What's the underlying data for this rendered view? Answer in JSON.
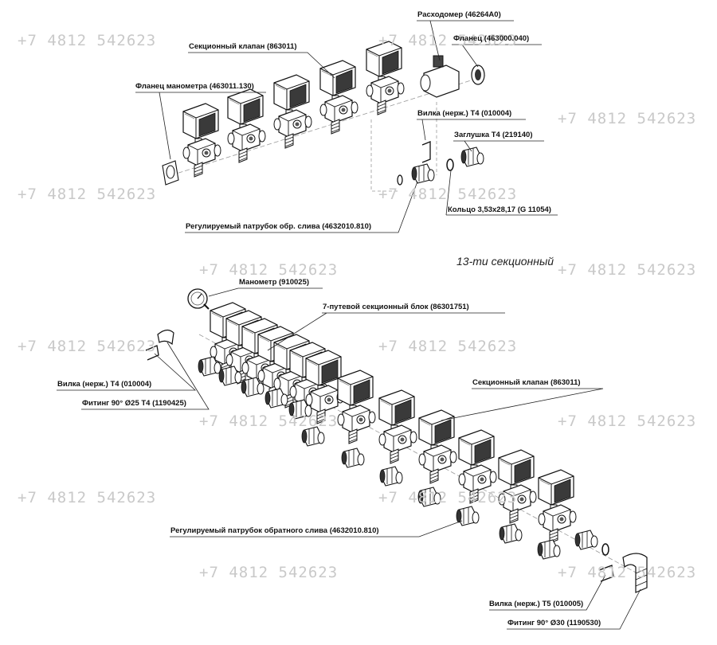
{
  "top_callouts": {
    "flowmeter": "Расходомер (46264А0)",
    "flange": "Фланец (463000.040)",
    "section_valve": "Секционный клапан (863011)",
    "gauge_flange": "Фланец манометра (463011.130)",
    "fork_t4": "Вилка (нерж.) Т4 (010004)",
    "plug_t4": "Заглушка Т4 (219140)",
    "ring": "Кольцо 3,53х28,17 (G 11054)",
    "return_pipe": "Регулируемый патрубок обр. слива (4632010.810)"
  },
  "section_title": "13-ти секционный",
  "bottom_callouts": {
    "gauge": "Манометр (910025)",
    "block7": "7-путевой секционный блок (86301751)",
    "fork_t4": "Вилка (нерж.) Т4 (010004)",
    "fitting_25": "Фитинг 90° Ø25 Т4 (1190425)",
    "section_valve": "Секционный клапан (863011)",
    "return_pipe": "Регулируемый патрубок обратного слива (4632010.810)",
    "fork_t5": "Вилка (нерж.) Т5 (010005)",
    "fitting_30": "Фитинг 90° Ø30 (1190530)"
  },
  "watermark": "+7 4812 542623"
}
